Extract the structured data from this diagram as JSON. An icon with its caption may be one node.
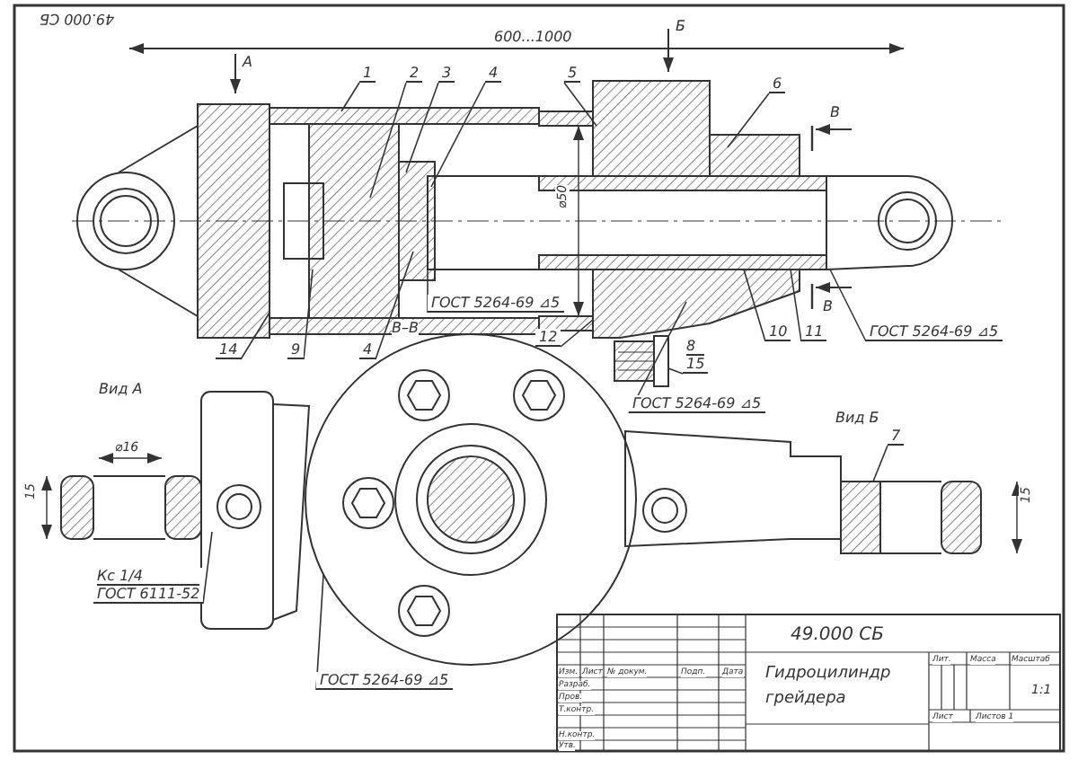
{
  "diagram": {
    "nodes": [
      {
        "text": [
          "1"
        ]
      },
      {
        "text": [
          "2"
        ]
      },
      {
        "text": [
          "3"
        ]
      },
      {
        "text": [
          "4"
        ]
      },
      {
        "text": [
          "5"
        ]
      },
      {
        "text": [
          "6"
        ]
      },
      {
        "text": [
          "14"
        ]
      },
      {
        "text": [
          "9"
        ]
      },
      {
        "text": [
          "4"
        ]
      },
      {
        "text": [
          "12"
        ]
      },
      {
        "text": [
          "10"
        ]
      },
      {
        "text": [
          "11"
        ]
      },
      {
        "text": [
          "8",
          "15"
        ]
      },
      {
        "text": [
          "ГОСТ 5264-69 ⊿5"
        ]
      },
      {
        "text": [
          "ГОСТ 5264-69 ⊿5"
        ]
      },
      {
        "text": [
          "ГОСТ 5264-69 ⊿5"
        ]
      },
      {
        "text": [
          "Кс 1/4",
          "ГОСТ 6111-52"
        ]
      },
      {
        "text": [
          "ГОСТ 5264-69 ⊿5"
        ]
      },
      {
        "text": [
          "7"
        ]
      },
      {
        "text": [],
        "shape": "picture"
      },
      {
        "text": [],
        "shape": "picture"
      }
    ],
    "edges": [
      {
        "from": 0,
        "to": null,
        "arrow": "none"
      },
      {
        "from": 1,
        "to": null,
        "arrow": "none"
      },
      {
        "from": 2,
        "to": null,
        "arrow": "none"
      },
      {
        "from": 3,
        "to": null,
        "arrow": "none"
      },
      {
        "from": 4,
        "to": null,
        "arrow": "none"
      },
      {
        "from": 5,
        "to": null,
        "arrow": "none"
      },
      {
        "from": 6,
        "to": null,
        "arrow": "none"
      },
      {
        "from": 7,
        "to": null,
        "arrow": "none"
      },
      {
        "from": 8,
        "to": null,
        "arrow": "none"
      },
      {
        "from": 9,
        "to": null,
        "arrow": "none"
      },
      {
        "from": 10,
        "to": null,
        "arrow": "none"
      },
      {
        "from": 11,
        "to": null,
        "arrow": "none"
      },
      {
        "from": 12,
        "to": 20,
        "arrow": "none"
      },
      {
        "from": 13,
        "to": null,
        "arrow": "none"
      },
      {
        "from": 14,
        "to": null,
        "arrow": "none"
      },
      {
        "from": 15,
        "to": null,
        "arrow": "none"
      },
      {
        "from": 16,
        "to": null,
        "arrow": "none"
      },
      {
        "from": 17,
        "to": 19,
        "arrow": "none"
      },
      {
        "from": 18,
        "to": null,
        "arrow": "none"
      }
    ],
    "labels": [
      "49.000 СБ",
      "600...1000",
      "А",
      "Б",
      "В",
      "В",
      "⌀50",
      "В–В",
      "Вид А",
      "⌀16",
      "15",
      "Вид Б",
      "15",
      "49.000 СБ",
      "Изм.",
      "Лист",
      "№ докум.",
      "Подп.",
      "Дата",
      "Разраб.",
      "Пров.",
      "Т.контр.",
      "Н.контр.",
      "Утв.",
      "Гидроцилиндр грейдера",
      "Лит.",
      "Масса",
      "Масштаб",
      "1:1",
      "Лист",
      "Листов 1"
    ]
  }
}
